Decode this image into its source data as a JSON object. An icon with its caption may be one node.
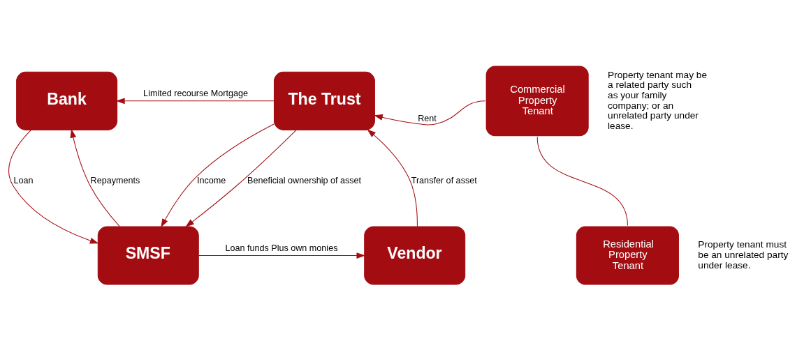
{
  "diagram": {
    "nodes": [
      {
        "text": [
          "Bank"
        ]
      },
      {
        "text": [
          "The Trust"
        ]
      },
      {
        "text": [
          "Commercial Property Tenant"
        ],
        "beside": [
          "Property tenant may be a related party such as your family company; or an unrelated party under lease."
        ]
      },
      {
        "text": [
          "SMSF"
        ]
      },
      {
        "text": [
          "Vendor"
        ]
      },
      {
        "text": [
          "Residential Property Tenant"
        ],
        "beside": [
          "Property tenant must be an unrelated party under lease."
        ]
      }
    ],
    "edges": [
      {
        "from": 1,
        "to": 0,
        "arrow": "to",
        "label": "Limited recourse Mortgage"
      },
      {
        "from": 0,
        "to": 3,
        "arrow": "to",
        "label": "Loan"
      },
      {
        "from": 3,
        "to": 0,
        "arrow": "to",
        "label": "Repayments"
      },
      {
        "from": 1,
        "to": 3,
        "arrow": "to",
        "label": "Income"
      },
      {
        "from": 1,
        "to": 3,
        "arrow": "to",
        "label": "Beneficial ownership of asset"
      },
      {
        "from": 3,
        "to": 4,
        "arrow": "to",
        "label": "Loan funds Plus own monies"
      },
      {
        "from": 4,
        "to": 1,
        "arrow": "to",
        "label": "Transfer of asset"
      },
      {
        "from": 2,
        "to": 1,
        "arrow": "to",
        "label": "Rent"
      },
      {
        "from": 2,
        "to": 5,
        "arrow": "none"
      }
    ]
  }
}
